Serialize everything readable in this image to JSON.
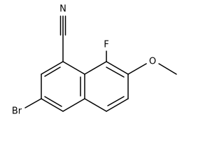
{
  "structure": {
    "atoms": {
      "nitrogen": "N",
      "fluorine": "F",
      "oxygen": "O",
      "bromine": "Br"
    },
    "colors": {
      "ink": "#000000",
      "background": "#ffffff"
    }
  }
}
